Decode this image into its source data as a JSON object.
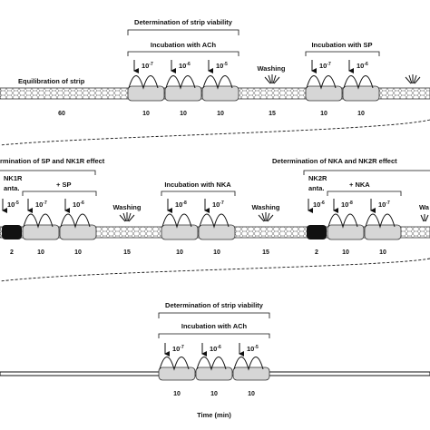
{
  "row1": {
    "equilibration_label": "Equilibration of strip",
    "viability_title": "Determination of strip viability",
    "ach_label": "Incubation with ACh",
    "ach_concs": [
      "10",
      "10",
      "10"
    ],
    "ach_exps": [
      "-7",
      "-6",
      "-5"
    ],
    "washing_label": "Washing",
    "sp_label": "Incubation with SP",
    "sp_concs": [
      "10",
      "10"
    ],
    "sp_exps": [
      "-7",
      "-6"
    ],
    "durations": [
      "60",
      "10",
      "10",
      "10",
      "15",
      "10",
      "10"
    ]
  },
  "row2": {
    "sp_effect_title": "rmination of SP and NK1R effect",
    "nk1r_line1": "NK1R",
    "nk1r_line2": "anta.",
    "plus_sp": "+ SP",
    "conc_a": "10",
    "exp_a": "-5",
    "conc_b": "10",
    "exp_b": "-7",
    "conc_c": "10",
    "exp_c": "-6",
    "washing_label_1": "Washing",
    "nka_label": "Incubation with NKA",
    "nka_concs": [
      "10",
      "10"
    ],
    "nka_exps": [
      "-8",
      "-7"
    ],
    "washing_label_2": "Washing",
    "nka_effect_title": "Determination of NKA and NK2R effect",
    "nk2r_line1": "NK2R",
    "nk2r_line2": "anta.",
    "plus_nka": "+ NKA",
    "conc_d": "10",
    "exp_d": "-6",
    "conc_e": "10",
    "exp_e": "-8",
    "conc_f": "10",
    "exp_f": "-7",
    "wa_cut": "Wa",
    "durations": [
      "2",
      "10",
      "10",
      "15",
      "10",
      "10",
      "15",
      "2",
      "10",
      "10"
    ]
  },
  "row3": {
    "viability_title": "Determination of strip viability",
    "ach_label": "Incubation with ACh",
    "ach_concs": [
      "10",
      "10",
      "10"
    ],
    "ach_exps": [
      "-7",
      "-6",
      "-5"
    ],
    "durations": [
      "10",
      "10",
      "10"
    ]
  },
  "time_label": "Time (min)",
  "colors": {
    "ink": "#111111",
    "box_fill": "#d6d6d6",
    "antagonist_fill": "#111111"
  }
}
